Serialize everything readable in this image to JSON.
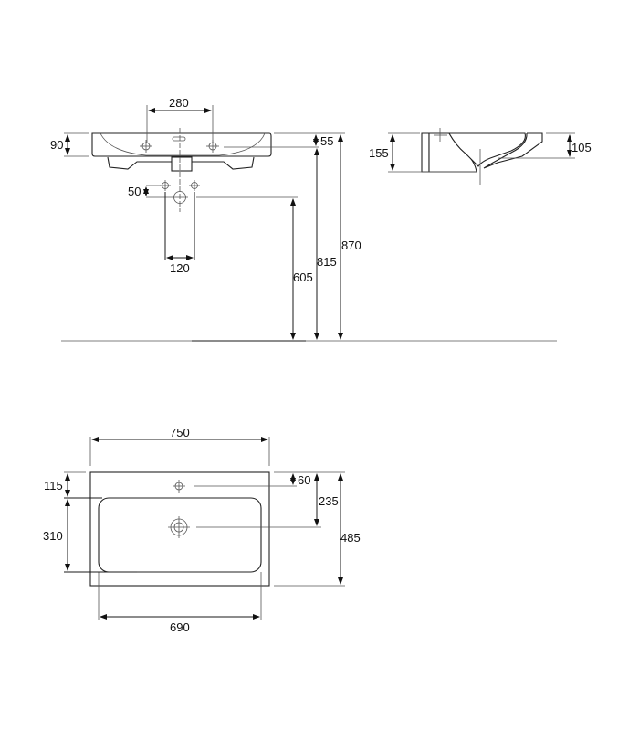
{
  "diagram": {
    "title": "Washbasin dimensional drawing",
    "units": "mm",
    "front_view": {
      "tap_hole_spacing": "280",
      "basin_rim_height": "90",
      "tap_hole_offset_from_top": "55",
      "wall_connection_offset": "50",
      "wall_connection_spacing": "120",
      "waste_height": "605",
      "basin_underside_height": "815",
      "total_height": "870"
    },
    "side_view": {
      "total_depth_height": "155",
      "bowl_depth": "105"
    },
    "top_view": {
      "overall_width": "750",
      "bowl_width": "690",
      "rear_rim_depth": "115",
      "bowl_depth": "310",
      "tap_hole_from_back": "60",
      "waste_from_back": "235",
      "overall_depth": "485"
    }
  }
}
